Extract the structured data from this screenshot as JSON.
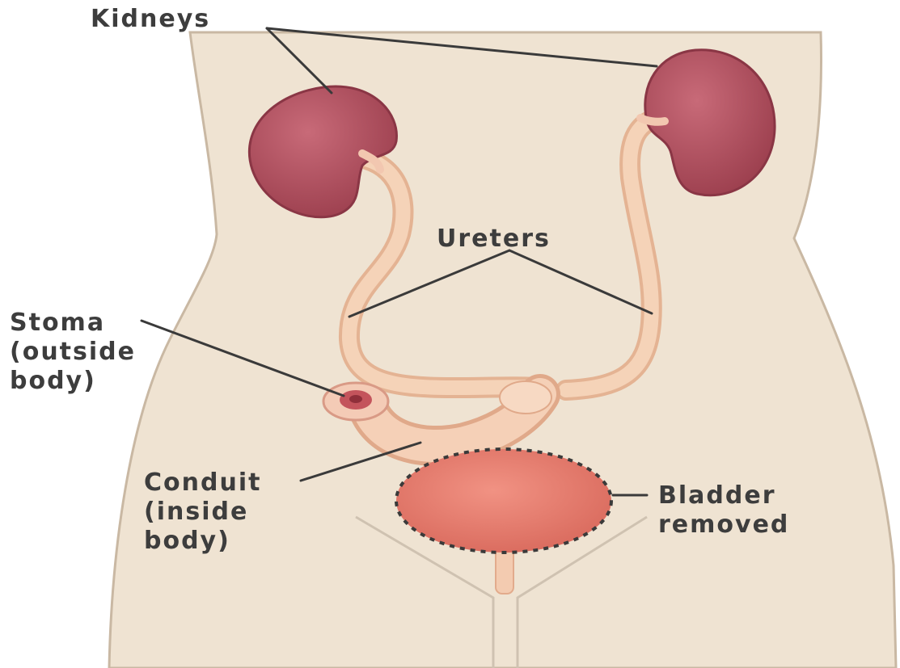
{
  "labels": {
    "kidneys": "Kidneys",
    "ureters": "Ureters",
    "stoma": [
      "Stoma",
      "(outside",
      "body)"
    ],
    "conduit": [
      "Conduit",
      "(inside",
      "body)"
    ],
    "bladder": [
      "Bladder",
      "removed"
    ]
  },
  "colors": {
    "background": "#ffffff",
    "body_fill": "#efe3d2",
    "body_outline": "#c9b8a3",
    "kidney": "#b5505f",
    "ureter": "#f0c7a8",
    "bladder": "#e37c6e",
    "label_text": "#3d3d3d",
    "leader_line": "#3a3a3a"
  },
  "icons": {
    "kidney_left": "kidney-icon",
    "kidney_right": "kidney-icon",
    "bladder": "bladder-icon",
    "stoma": "stoma-icon"
  }
}
